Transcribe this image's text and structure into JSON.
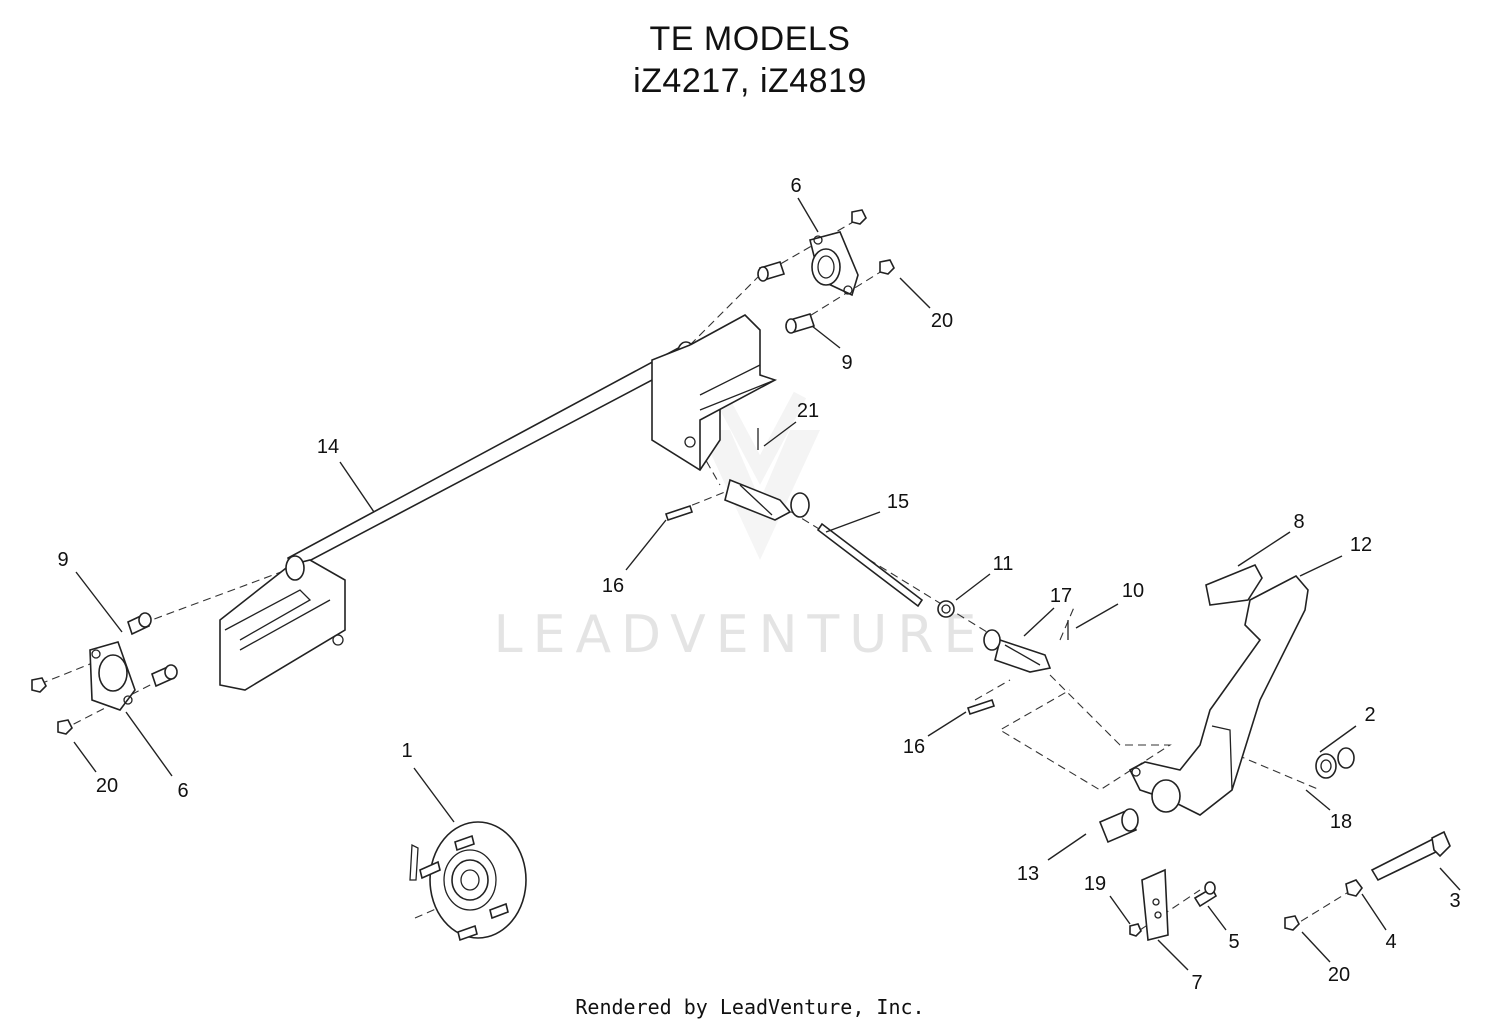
{
  "title": {
    "line1": "TE MODELS",
    "line2": "iZ4217, iZ4819"
  },
  "watermark": {
    "text": "LEADVENTURE"
  },
  "footer": "Rendered by LeadVenture, Inc.",
  "callouts": [
    "6",
    "20",
    "9",
    "21",
    "14",
    "15",
    "9",
    "16",
    "8",
    "12",
    "11",
    "17",
    "10",
    "2",
    "16",
    "20",
    "6",
    "1",
    "18",
    "13",
    "19",
    "5",
    "7",
    "3",
    "4",
    "20"
  ]
}
